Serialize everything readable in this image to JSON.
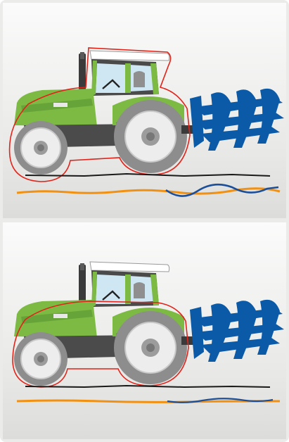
{
  "figure": {
    "scenes": [
      {
        "id": "upper-scene",
        "state": "oscillating-wave"
      },
      {
        "id": "lower-scene",
        "state": "damped-wave"
      }
    ],
    "colors": {
      "panel_bg": "#f3f3f2",
      "tractor_green": "#7cba43",
      "tractor_green_dark": "#4f8f2b",
      "body_dark": "#4b4b4b",
      "tire_grey": "#8d8d8d",
      "rim_light": "#ededed",
      "outline_red": "#e2231a",
      "plough_blue": "#0a5aa8",
      "ground_black": "#1a1a1a",
      "line_orange": "#f29111",
      "wave_blue": "#1c4f9a"
    },
    "icons": [
      "tractor",
      "plough",
      "ground-line",
      "motion-wave"
    ]
  }
}
